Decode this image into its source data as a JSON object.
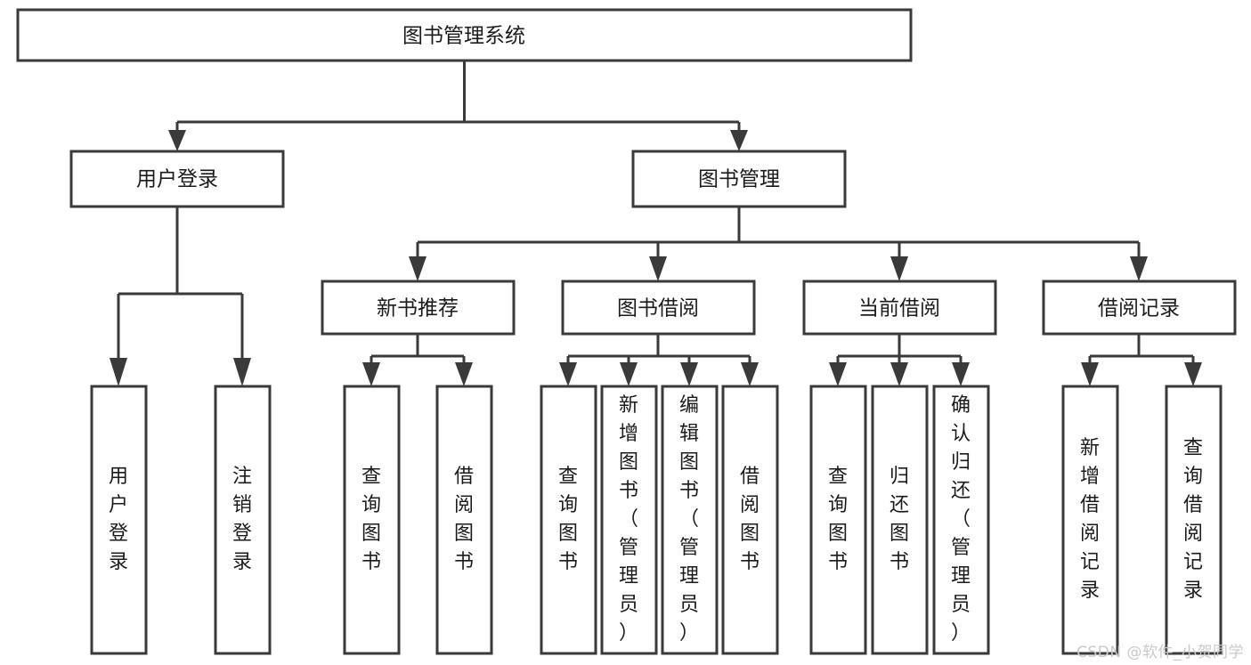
{
  "diagram": {
    "type": "tree-hierarchy",
    "title": "图书管理系统",
    "watermark": "CSDN @软件_小贺同学",
    "colors": {
      "stroke": "#3a3a3a",
      "fill": "#ffffff",
      "text": "#1b1b1b",
      "watermark": "#c9c9c9",
      "background": "#ffffff"
    },
    "levels": {
      "root": {
        "label": "图书管理系统"
      },
      "level2": [
        {
          "label": "用户登录"
        },
        {
          "label": "图书管理"
        }
      ],
      "level3": [
        {
          "label": "新书推荐"
        },
        {
          "label": "图书借阅"
        },
        {
          "label": "当前借阅"
        },
        {
          "label": "借阅记录"
        }
      ]
    },
    "leaves": {
      "user_login": [
        {
          "label": "用户登录"
        },
        {
          "label": "注销登录"
        }
      ],
      "new_book_recommend": [
        {
          "label": "查询图书"
        },
        {
          "label": "借阅图书"
        }
      ],
      "book_borrow": [
        {
          "label": "查询图书"
        },
        {
          "label": "新增图书（管理员）"
        },
        {
          "label": "编辑图书（管理员）"
        },
        {
          "label": "借阅图书"
        }
      ],
      "current_borrow": [
        {
          "label": "查询图书"
        },
        {
          "label": "归还图书"
        },
        {
          "label": "确认归还（管理员）"
        }
      ],
      "borrow_record": [
        {
          "label": "新增借阅记录"
        },
        {
          "label": "查询借阅记录"
        }
      ]
    }
  }
}
